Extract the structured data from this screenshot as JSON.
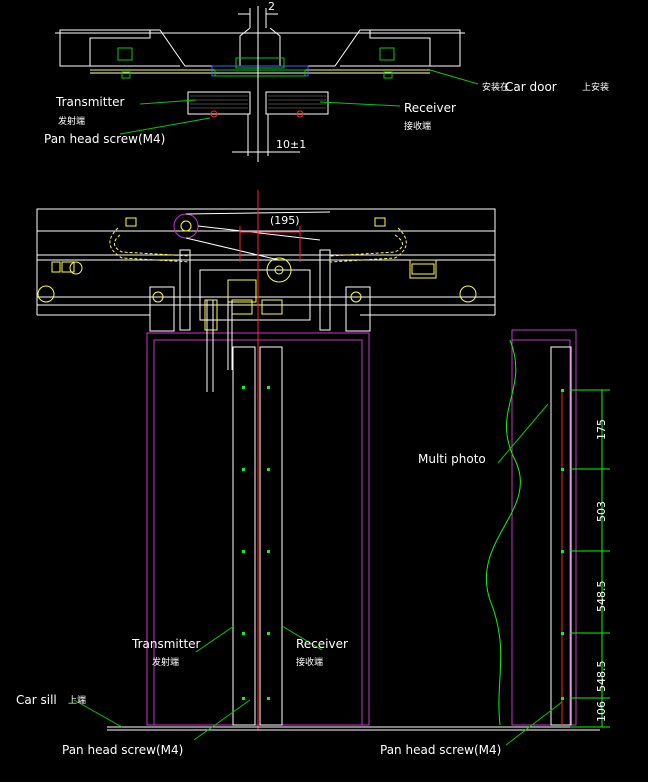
{
  "colors": {
    "background": "#000000",
    "frame": "#ffffff",
    "door_panel": "#cc33cc",
    "leader": "#00cc00",
    "centerline": "#ff2222",
    "hardware": "#ffff33",
    "accent_blue": "#3366ff",
    "wave": "#00ff00"
  },
  "top_section": {
    "gap_dim": "2",
    "spacing_dim": "10±1",
    "transmitter": "Transmitter",
    "transmitter_cn": "发射端",
    "receiver": "Receiver",
    "receiver_cn": "接收端",
    "screw": "Pan head screw(M4)",
    "car_door_prefix": "安装在",
    "car_door": "Car door",
    "car_door_suffix": "上安装"
  },
  "operator": {
    "dim_label": "(195)"
  },
  "door_section": {
    "transmitter": "Transmitter",
    "transmitter_cn": "发射端",
    "receiver": "Receiver",
    "receiver_cn": "接收端",
    "multi_photo": "Multi photo",
    "car_sill": "Car sill",
    "car_sill_cn": "上端",
    "screw_left": "Pan head screw(M4)",
    "screw_right": "Pan head screw(M4)"
  },
  "dimensions": [
    "175",
    "503",
    "548.5",
    "548.5",
    "106"
  ]
}
